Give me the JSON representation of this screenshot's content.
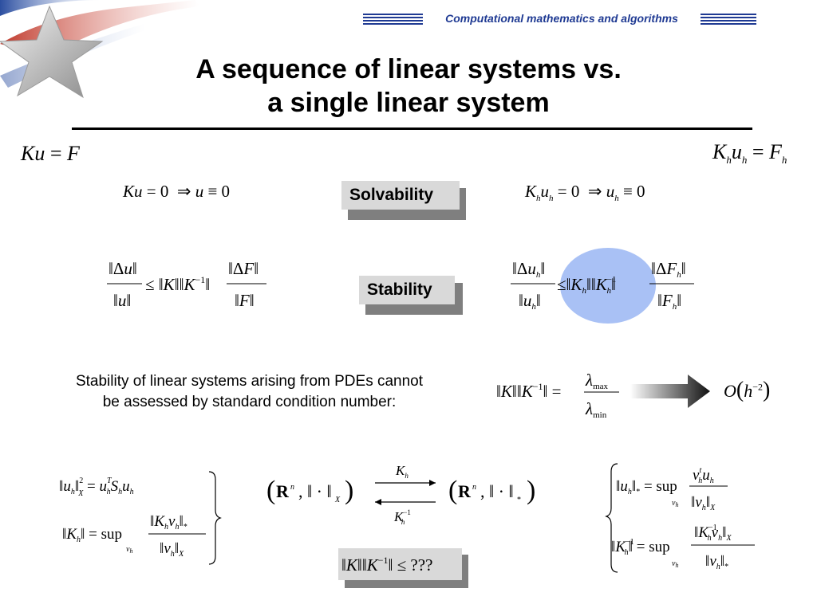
{
  "header": {
    "banner": "Computational mathematics and algorithms"
  },
  "title": {
    "line1": "A sequence of linear systems vs.",
    "line2": "a single linear system"
  },
  "labels": {
    "solvability": "Solvability",
    "stability": "Stability"
  },
  "body_text": {
    "line1": "Stability of linear systems arising from PDEs cannot",
    "line2": "be assessed by standard condition number:"
  },
  "equations": {
    "left_system": "Ku = F",
    "right_system": "K_h u_h = F_h",
    "solv_left": "Ku = 0 ⇒ u ≡ 0",
    "solv_right": "K_h u_h = 0 ⇒ u_h ≡ 0",
    "stab_left": "‖Δu‖/‖u‖ ≤ ‖K‖‖K⁻¹‖ ‖ΔF‖/‖F‖",
    "stab_right": "‖Δu_h‖/‖u_h‖ ≤ ‖K_h‖‖K_h⁻¹‖ ‖ΔF_h‖/‖F_h‖",
    "cond_number": "‖K‖‖K⁻¹‖ = λ_max/λ_min",
    "order": "O(h⁻²)",
    "bottom_left_1": "‖u_h‖²_X = u_hᵀ S_h u_h",
    "bottom_left_2": "‖K_h‖ = sup ‖K_h v_h‖_* / ‖v_h‖_X",
    "bottom_mid": "(Rⁿ, ‖·‖_X) ⇄ (Rⁿ, ‖·‖_*)",
    "bottom_mid_question": "‖K‖‖K⁻¹‖ ≤ ???",
    "bottom_right_1": "‖u_h‖_* = sup v_hᵗ u_h / ‖v_h‖_X",
    "bottom_right_2": "‖K_h⁻¹‖ = sup ‖K_h⁻¹ v_h‖_X / ‖v_h‖_*"
  },
  "colors": {
    "header_blue": "#1f3a93",
    "highlight": "#a9c1f5",
    "label_bg": "#d9d9d9",
    "label_shadow": "#7f7f7f"
  }
}
